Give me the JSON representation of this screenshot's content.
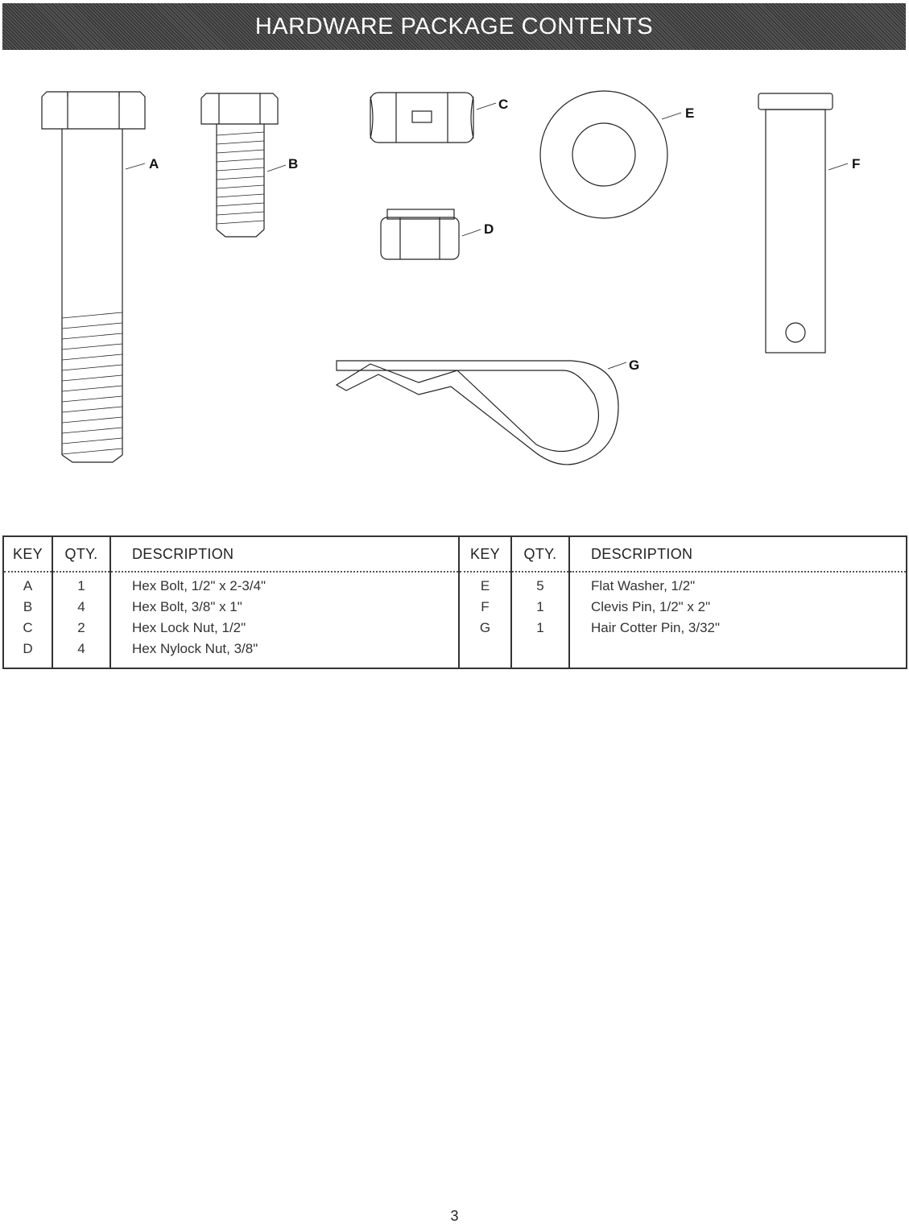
{
  "header": {
    "title": "HARDWARE PACKAGE CONTENTS"
  },
  "callouts": {
    "a": "A",
    "b": "B",
    "c": "C",
    "d": "D",
    "e": "E",
    "f": "F",
    "g": "G"
  },
  "table": {
    "headers": {
      "key": "KEY",
      "qty": "QTY.",
      "description": "DESCRIPTION"
    },
    "left_rows": [
      {
        "key": "A",
        "qty": "1",
        "description": "Hex Bolt, 1/2\" x 2-3/4\""
      },
      {
        "key": "B",
        "qty": "4",
        "description": "Hex Bolt, 3/8\" x 1\""
      },
      {
        "key": "C",
        "qty": "2",
        "description": "Hex Lock Nut, 1/2\""
      },
      {
        "key": "D",
        "qty": "4",
        "description": "Hex Nylock Nut, 3/8\""
      }
    ],
    "right_rows": [
      {
        "key": "E",
        "qty": "5",
        "description": "Flat Washer, 1/2\""
      },
      {
        "key": "F",
        "qty": "1",
        "description": "Clevis Pin, 1/2\" x 2\""
      },
      {
        "key": "G",
        "qty": "1",
        "description": "Hair Cotter Pin, 3/32\""
      }
    ]
  },
  "footer": {
    "page_number": "3"
  }
}
